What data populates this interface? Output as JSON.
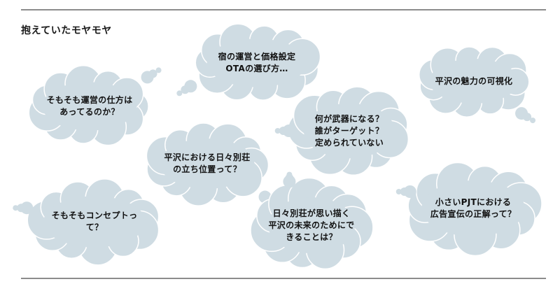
{
  "slide": {
    "title": "抱えていたモヤモヤ",
    "colors": {
      "cloud_fill": "#cfdce3",
      "cloud_stroke": "#ffffff",
      "rule": "#8c8c8c"
    },
    "clouds": [
      {
        "lines": [
          "そもそも運営の仕方は",
          "あってるのか？"
        ]
      },
      {
        "lines": [
          "宿の運営と価格設定",
          "OTAの選び方…"
        ]
      },
      {
        "lines": [
          "平沢の魅力の可視化"
        ]
      },
      {
        "lines": [
          "何が武器になる？",
          "誰がターゲット？",
          "定められていない"
        ]
      },
      {
        "lines": [
          "平沢における日々別荘",
          "の立ち位置って？"
        ]
      },
      {
        "lines": [
          "そもそもコンセプトっ",
          "て？"
        ]
      },
      {
        "lines": [
          "日々別荘が思い描く",
          "平沢の未来のためにで",
          "きることは？"
        ]
      },
      {
        "lines": [
          "小さいPJTにおける",
          "広告宣伝の正解って？"
        ]
      }
    ]
  }
}
